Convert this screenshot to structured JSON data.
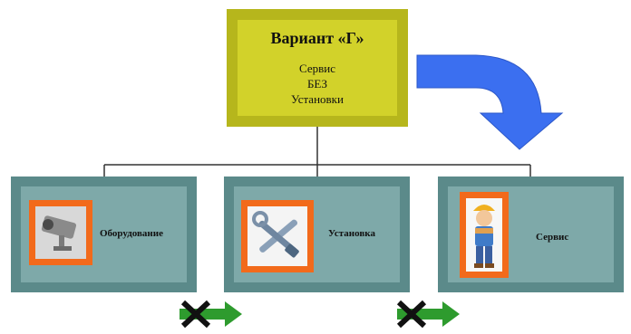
{
  "top_box": {
    "title": "Вариант «Г»",
    "lines": [
      "Сервис",
      "БЕЗ",
      "Установки"
    ]
  },
  "boxes": [
    {
      "label": "Оборудование",
      "icon": "camera-icon"
    },
    {
      "label": "Установка",
      "icon": "tools-icon"
    },
    {
      "label": "Сервис",
      "icon": "worker-icon"
    }
  ],
  "colors": {
    "top_box": "#d2d22a",
    "boxes": "#7ea9a9",
    "frame": "#f26a1b",
    "big_arrow": "#3b6ff0",
    "small_arrow": "#2e9b2e",
    "cross": "#111111"
  }
}
